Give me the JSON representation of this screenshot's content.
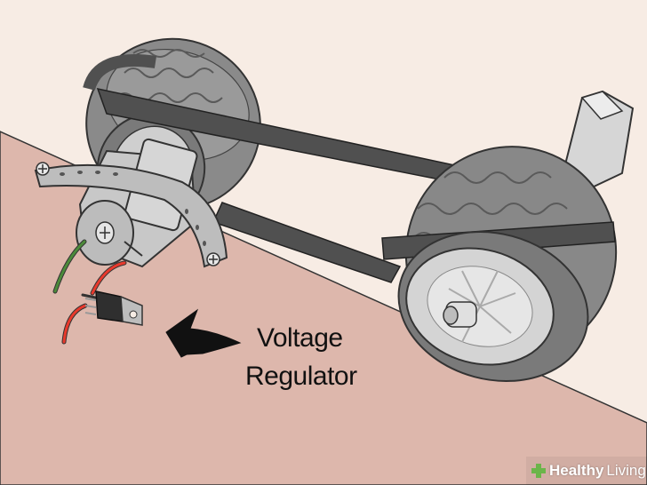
{
  "illustration": {
    "label_lines": [
      "Voltage",
      "Regulator"
    ],
    "icons": [
      "motor-icon",
      "voltage-regulator-icon",
      "arrow-icon",
      "wheel-icon",
      "belt-icon",
      "axle-icon",
      "bracket-strap-icon"
    ]
  },
  "watermark": {
    "brand_strong": "Healthy",
    "brand_light": "Living",
    "icon": "cross-icon"
  },
  "colors": {
    "background": "#f7ece4",
    "ground": "#ddb7ac",
    "tire": "#888888",
    "hub": "#d0d0d0",
    "belt": "#505050",
    "wire_red": "#e8392c",
    "wire_green": "#4c8a3a",
    "arrow": "#111111"
  }
}
